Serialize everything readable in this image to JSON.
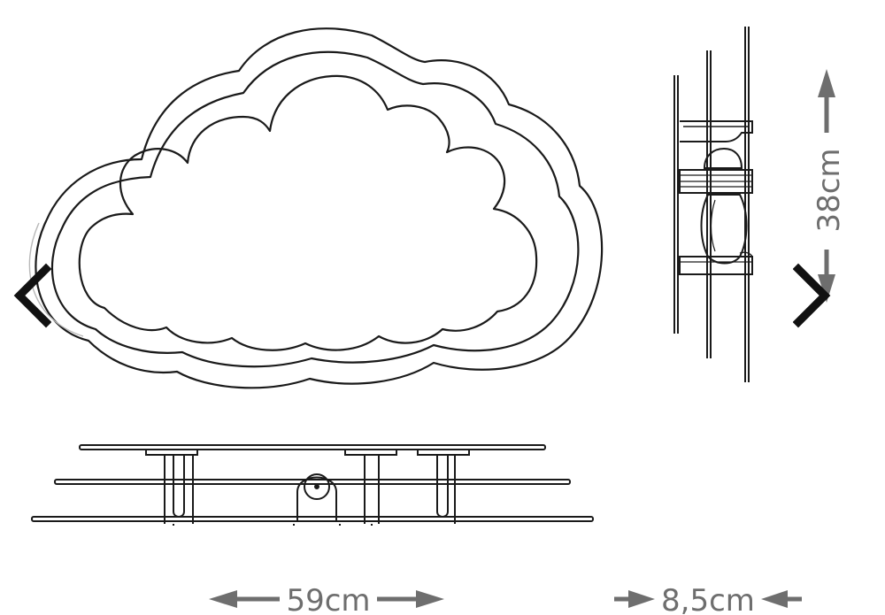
{
  "dimensions": {
    "width": "59cm",
    "height": "38cm",
    "depth": "8,5cm"
  },
  "navigation": {
    "prev_icon": "chevron-left-icon",
    "next_icon": "chevron-right-icon"
  },
  "colors": {
    "line": "#1a1a1a",
    "dimension": "#6e6e6e",
    "background": "#ffffff"
  }
}
